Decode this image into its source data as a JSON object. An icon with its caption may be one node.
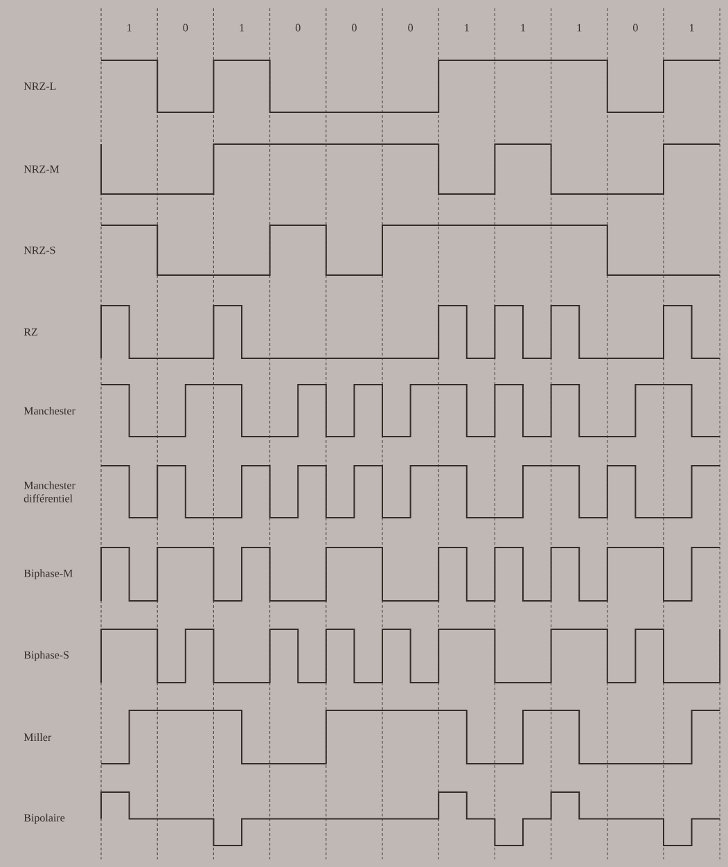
{
  "diagram": {
    "labels": [
      "1",
      "0",
      "1",
      "0",
      "0",
      "0",
      "1",
      "1",
      "1",
      "0",
      "1",
      "NRZ-L",
      "NRZ-M",
      "NRZ-S",
      "RZ",
      "Manchester",
      "Manchester différentiel",
      "Biphase-M",
      "Biphase-S",
      "Miller",
      "Bipolaire"
    ]
  }
}
